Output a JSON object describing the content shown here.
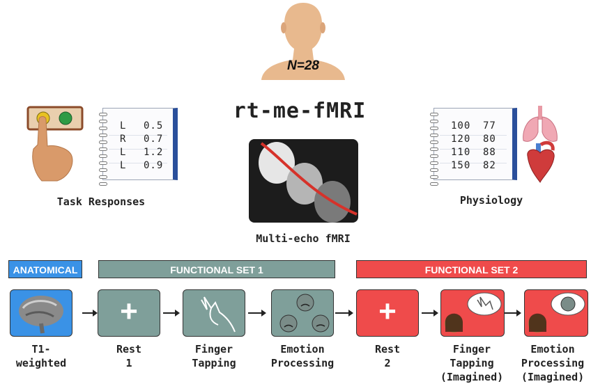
{
  "participants": {
    "label": "N=28"
  },
  "title": "rt-me-fMRI",
  "task_responses": {
    "caption": "Task Responses",
    "rows": [
      {
        "key": "L",
        "val": "0.5"
      },
      {
        "key": "R",
        "val": "0.7"
      },
      {
        "key": "L",
        "val": "1.2"
      },
      {
        "key": "L",
        "val": "0.9"
      }
    ]
  },
  "multi_echo": {
    "caption": "Multi-echo fMRI"
  },
  "physiology": {
    "caption": "Physiology",
    "rows": [
      {
        "a": "100",
        "b": "77"
      },
      {
        "a": "120",
        "b": "80"
      },
      {
        "a": "110",
        "b": "88"
      },
      {
        "a": "150",
        "b": "82"
      }
    ]
  },
  "sections": {
    "anatomical": "ANATOMICAL",
    "functional1": "FUNCTIONAL SET 1",
    "functional2": "FUNCTIONAL SET 2"
  },
  "steps": [
    {
      "label": "T1-\nweighted",
      "color": "blue"
    },
    {
      "label": "Rest\n1",
      "color": "gray"
    },
    {
      "label": "Finger\nTapping",
      "color": "gray"
    },
    {
      "label": "Emotion\nProcessing",
      "color": "gray"
    },
    {
      "label": "Rest\n2",
      "color": "red"
    },
    {
      "label": "Finger\nTapping\n(Imagined)",
      "color": "red"
    },
    {
      "label": "Emotion\nProcessing\n(Imagined)",
      "color": "red"
    }
  ],
  "colors": {
    "anatomical": "#3a92e6",
    "functional1": "#7f9f9a",
    "functional2": "#ef4b4b"
  }
}
